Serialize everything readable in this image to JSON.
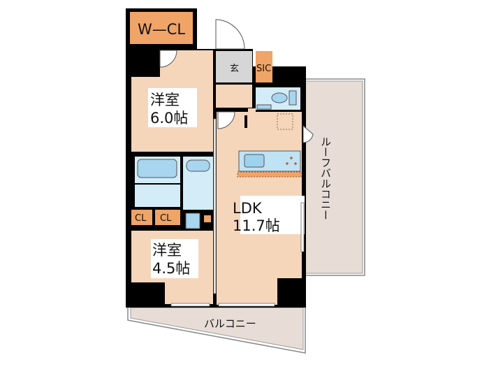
{
  "floorplan": {
    "rooms": {
      "walk_in_closet": "W—CL",
      "entrance": "玄",
      "shoe_closet": "SIC",
      "bedroom1_name": "洋室",
      "bedroom1_size": "6.0帖",
      "ldk_name": "LDK",
      "ldk_size": "11.7帖",
      "bedroom2_name": "洋室",
      "bedroom2_size": "4.5帖",
      "closet1": "CL",
      "closet2": "CL",
      "roof_balcony": "ルーフバルコニー",
      "balcony": "バルコニー"
    },
    "colors": {
      "room": "#f5d6bb",
      "closet": "#f0a468",
      "wet_area": "#d3ecf8",
      "entrance": "#d6d6d6",
      "balcony": "#e7ddd6",
      "wall": "#000000"
    }
  }
}
